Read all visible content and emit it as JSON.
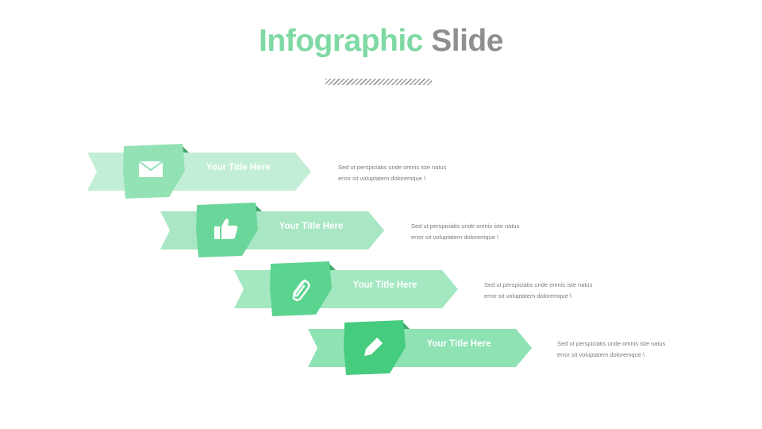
{
  "title": {
    "part1": "Infographic",
    "part2": "Slide"
  },
  "colors": {
    "accent": "#7fd9a4",
    "title_grey": "#8f8f8f"
  },
  "steps": [
    {
      "icon": "envelope-icon",
      "title": "Your Title Here",
      "desc1": "Sed ut perspiciatis unde omnis iste natus",
      "desc2": "error sit voluptatem doloremque \\"
    },
    {
      "icon": "thumbs-up-icon",
      "title": "Your Title Here",
      "desc1": "Sed ut perspiciatis unde omnis iste natus",
      "desc2": "error sit voluptatem doloremque \\"
    },
    {
      "icon": "paperclip-icon",
      "title": "Your Title Here",
      "desc1": "Sed ut perspiciatis unde omnis iste natus",
      "desc2": "error sit voluptatem doloremque \\"
    },
    {
      "icon": "pencil-icon",
      "title": "Your Title Here",
      "desc1": "Sed ut perspiciatis unde omnis iste natus",
      "desc2": "error sit voluptatem doloremque \\"
    }
  ]
}
